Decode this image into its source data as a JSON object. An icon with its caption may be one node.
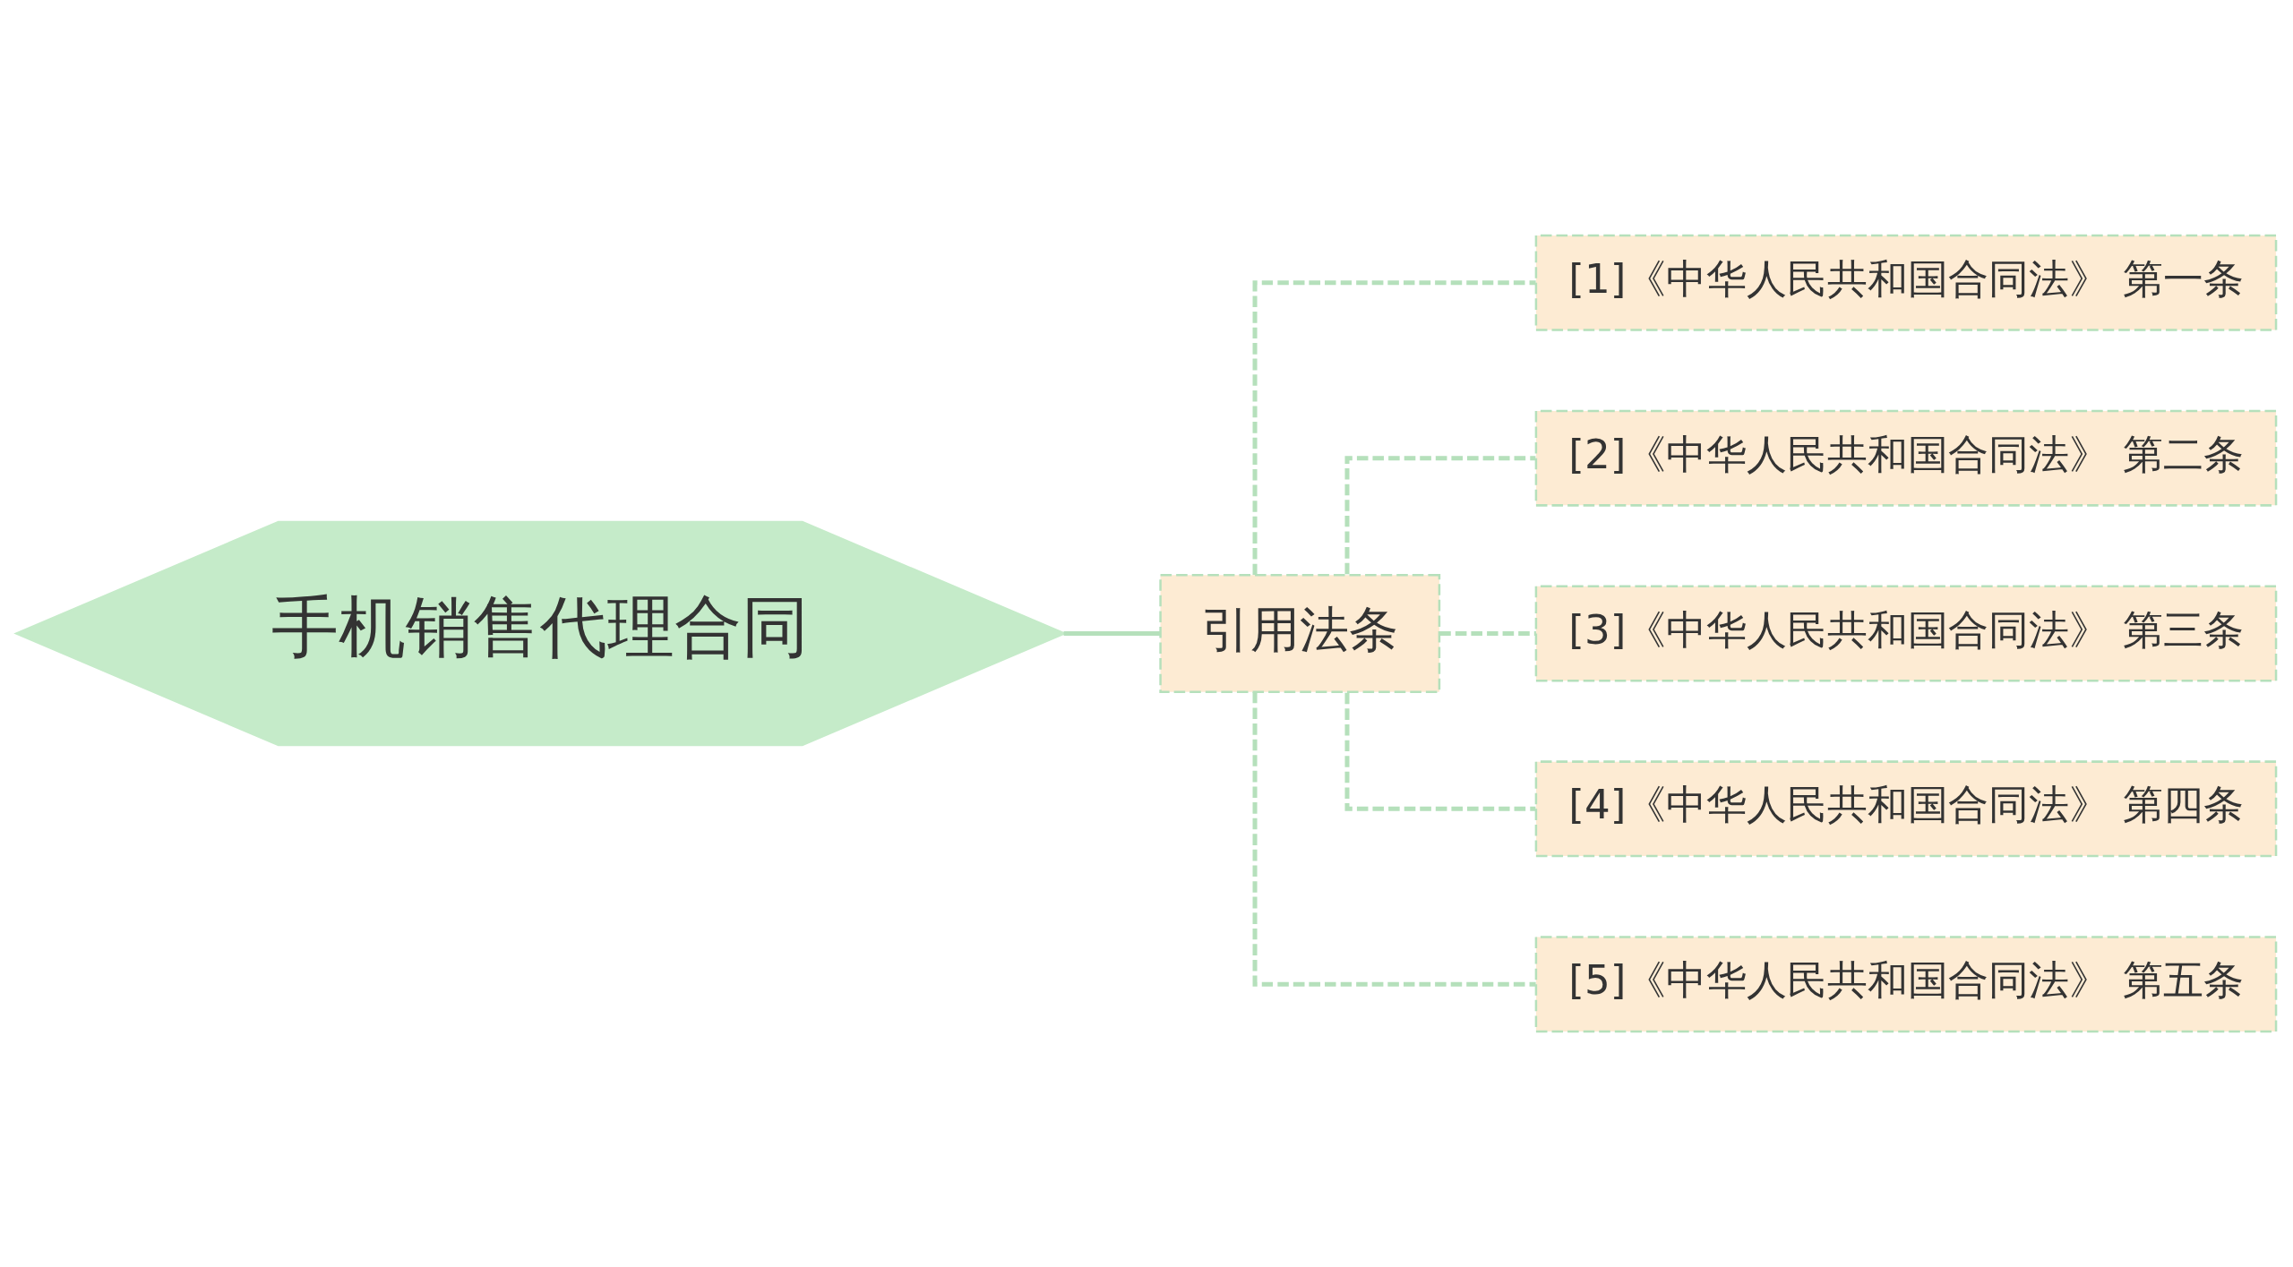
{
  "diagram": {
    "nodes": [
      {
        "text": [
          "手机销售代理合同"
        ]
      },
      {
        "text": [
          "引用法条"
        ]
      },
      {
        "text": [
          "[1]《中华人民共和国合同法》 第一条"
        ]
      },
      {
        "text": [
          "[2]《中华人民共和国合同法》 第二条"
        ]
      },
      {
        "text": [
          "[3]《中华人民共和国合同法》 第三条"
        ]
      },
      {
        "text": [
          "[4]《中华人民共和国合同法》 第四条"
        ]
      },
      {
        "text": [
          "[5]《中华人民共和国合同法》 第五条"
        ]
      }
    ],
    "edges": [
      {
        "from": 0,
        "to": 1,
        "arrow": "none"
      },
      {
        "from": 1,
        "to": 2,
        "arrow": "none",
        "style": "dashed"
      },
      {
        "from": 1,
        "to": 3,
        "arrow": "none",
        "style": "dashed"
      },
      {
        "from": 1,
        "to": 4,
        "arrow": "none",
        "style": "dashed"
      },
      {
        "from": 1,
        "to": 5,
        "arrow": "none",
        "style": "dashed"
      },
      {
        "from": 1,
        "to": 6,
        "arrow": "none",
        "style": "dashed"
      }
    ]
  }
}
